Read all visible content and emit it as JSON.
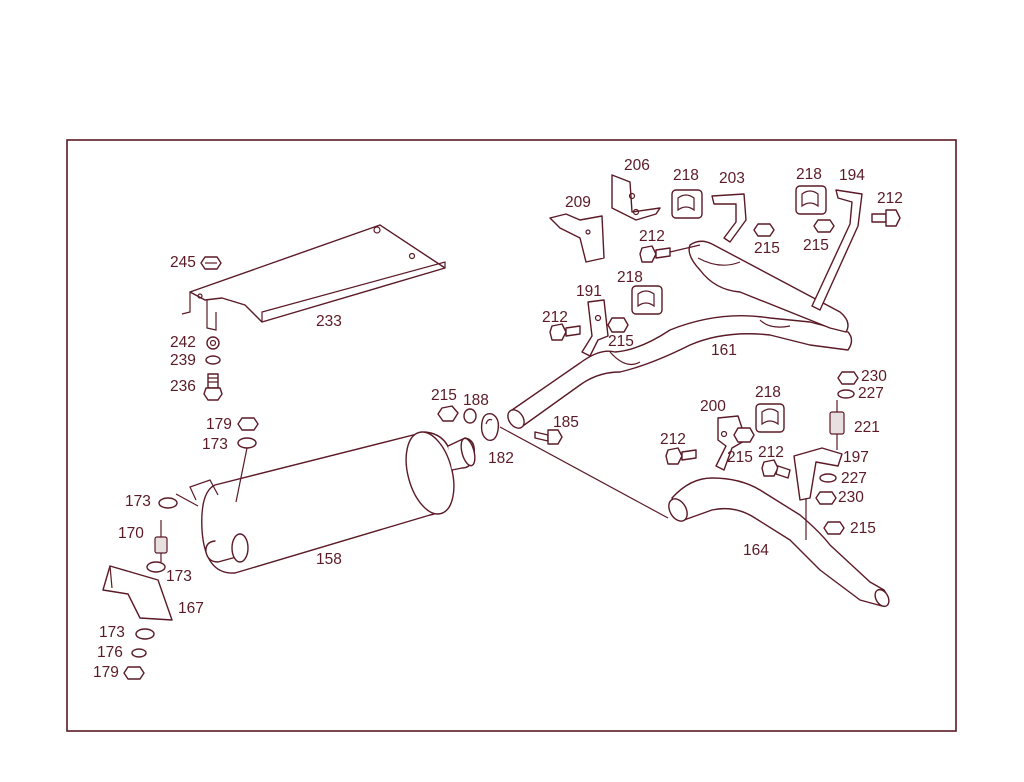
{
  "callouts": {
    "p158": "158",
    "p161": "161",
    "p164": "164",
    "p167": "167",
    "p170": "170",
    "p173a": "173",
    "p173b": "173",
    "p173c": "173",
    "p173d": "173",
    "p176": "176",
    "p179a": "179",
    "p179b": "179",
    "p182": "182",
    "p185": "185",
    "p188": "188",
    "p191": "191",
    "p194": "194",
    "p197": "197",
    "p200": "200",
    "p203": "203",
    "p206": "206",
    "p209": "209",
    "p212a": "212",
    "p212b": "212",
    "p212c": "212",
    "p212d": "212",
    "p212e": "212",
    "p215a": "215",
    "p215b": "215",
    "p215c": "215",
    "p215d": "215",
    "p215e": "215",
    "p215f": "215",
    "p218a": "218",
    "p218b": "218",
    "p218c": "218",
    "p218d": "218",
    "p221": "221",
    "p227a": "227",
    "p227b": "227",
    "p230a": "230",
    "p230b": "230",
    "p233": "233",
    "p236": "236",
    "p239": "239",
    "p242": "242",
    "p245": "245"
  }
}
